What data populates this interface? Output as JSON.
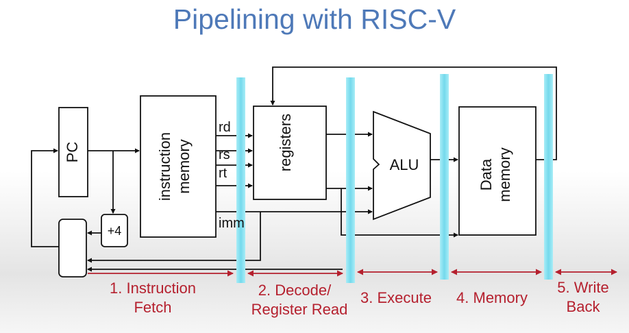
{
  "slide": {
    "title": "Pipelining with RISC-V"
  },
  "blocks": {
    "pc": "PC",
    "instruction_memory": [
      "instruction",
      "memory"
    ],
    "registers": "registers",
    "alu": "ALU",
    "data_memory": [
      "Data",
      "memory"
    ],
    "adder": "+4"
  },
  "signals": {
    "rd": "rd",
    "rs": "rs",
    "rt": "rt",
    "imm": "imm"
  },
  "stages": [
    {
      "lines": [
        "1. Instruction",
        "Fetch"
      ]
    },
    {
      "lines": [
        "2. Decode/",
        "Register Read"
      ]
    },
    {
      "lines": [
        "3. Execute"
      ]
    },
    {
      "lines": [
        "4. Memory"
      ]
    },
    {
      "lines": [
        "5. Write",
        "Back"
      ]
    }
  ],
  "colors": {
    "title": "#4e79b8",
    "stage_text": "#b5202e",
    "stage_arrow": "#b5202e",
    "pipeline_register": "#7fdff0",
    "wire": "#111111"
  }
}
